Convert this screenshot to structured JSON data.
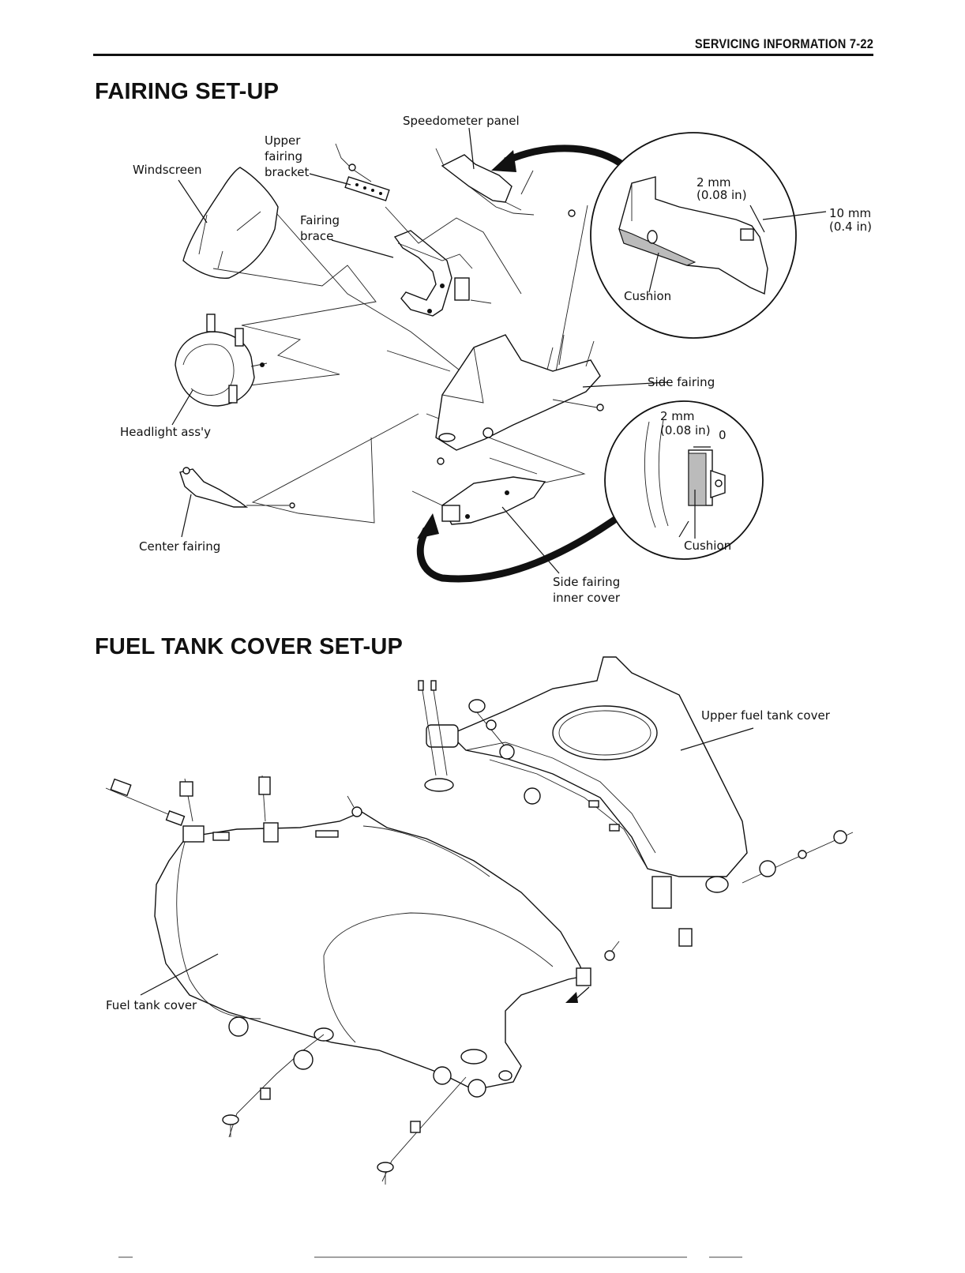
{
  "header": {
    "title": "SERVICING INFORMATION 7-22"
  },
  "sections": {
    "fairing": {
      "title": "FAIRING SET-UP",
      "labels": {
        "speedometer_panel": "Speedometer panel",
        "upper_1": "Upper",
        "upper_2": "fairing",
        "upper_3": "bracket",
        "windscreen": "Windscreen",
        "brace_1": "Fairing",
        "brace_2": "brace",
        "headlight": "Headlight ass'y",
        "side_fairing": "Side fairing",
        "center_fairing": "Center fairing",
        "inner_1": "Side fairing",
        "inner_2": "inner cover"
      },
      "detail_top": {
        "gap_1": "2 mm",
        "gap_2": "(0.08 in)",
        "len_1": "10 mm",
        "len_2": "(0.4 in)",
        "cushion": "Cushion"
      },
      "detail_bottom": {
        "gap_1": "2 mm",
        "gap_2": "(0.08 in)",
        "zero": "0",
        "cushion": "Cushion"
      }
    },
    "fuel_tank": {
      "title": "FUEL TANK COVER SET-UP",
      "labels": {
        "upper_cover": "Upper fuel tank cover",
        "tank_cover": "Fuel tank cover"
      }
    }
  }
}
